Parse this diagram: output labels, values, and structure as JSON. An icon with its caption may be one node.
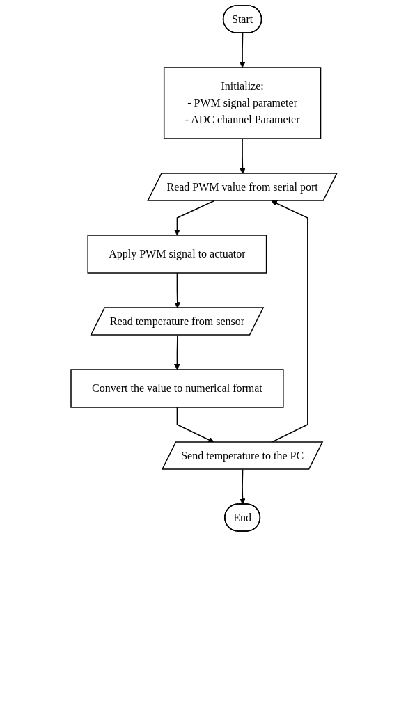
{
  "diagram": {
    "nodes": [
      {
        "text": [
          "Start"
        ]
      },
      {
        "text": [
          "Initialize:",
          "- PWM signal parameter",
          "- ADC channel Parameter"
        ]
      },
      {
        "text": [
          "Read PWM value from serial port"
        ]
      },
      {
        "text": [
          "Apply PWM signal to actuator"
        ]
      },
      {
        "text": [
          "Read temperature from sensor"
        ]
      },
      {
        "text": [
          "Convert the value to numerical format"
        ]
      },
      {
        "text": [
          "Send temperature to the PC"
        ]
      },
      {
        "text": [
          "End"
        ]
      }
    ],
    "edges": [
      {
        "from": 0,
        "to": 1,
        "arrow": "to"
      },
      {
        "from": 1,
        "to": 2,
        "arrow": "to"
      },
      {
        "from": 2,
        "to": 3,
        "arrow": "to"
      },
      {
        "from": 3,
        "to": 4,
        "arrow": "to"
      },
      {
        "from": 4,
        "to": 5,
        "arrow": "to"
      },
      {
        "from": 5,
        "to": 6,
        "arrow": "to"
      },
      {
        "from": 6,
        "to": 7,
        "arrow": "to"
      },
      {
        "from": 6,
        "to": 2,
        "arrow": "to"
      }
    ]
  }
}
